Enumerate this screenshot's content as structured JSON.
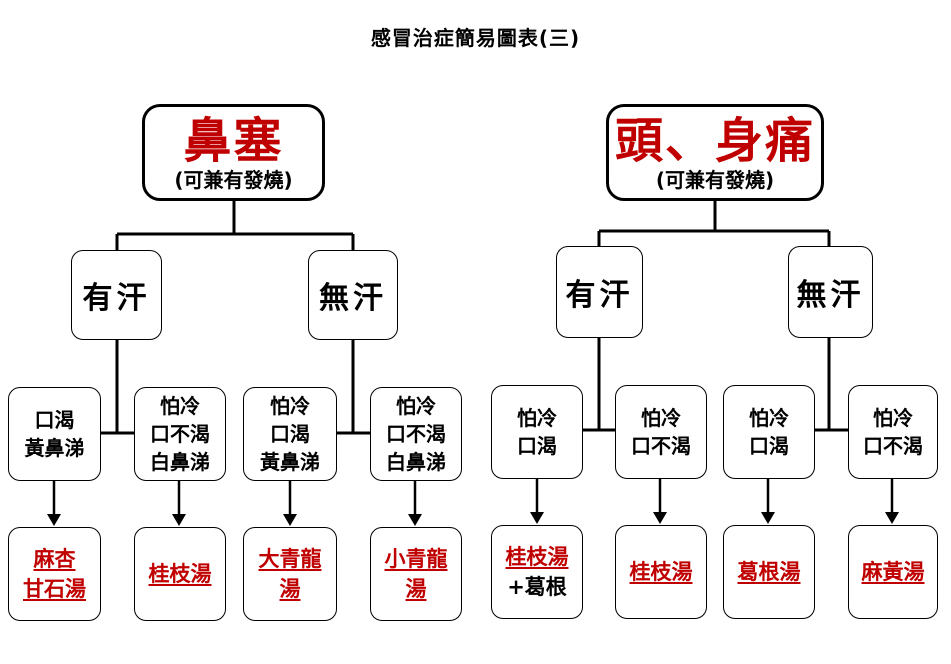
{
  "title": "感冒治症簡易圖表(三)",
  "colors": {
    "remedy": "#c00000",
    "line": "#000000"
  },
  "left": {
    "root": {
      "main": "鼻塞",
      "note": "(可兼有發燒)"
    },
    "sweat_yes": "有汗",
    "sweat_no": "無汗",
    "symptoms": [
      [
        "口渴",
        "黃鼻涕"
      ],
      [
        "怕冷",
        "口不渴",
        "白鼻涕"
      ],
      [
        "怕冷",
        "口渴",
        "黃鼻涕"
      ],
      [
        "怕冷",
        "口不渴",
        "白鼻涕"
      ]
    ],
    "remedies": [
      [
        "麻杏",
        "甘石湯"
      ],
      [
        "桂枝湯"
      ],
      [
        "大青龍",
        "湯"
      ],
      [
        "小青龍",
        "湯"
      ]
    ]
  },
  "right": {
    "root": {
      "main": "頭、身痛",
      "note": "(可兼有發燒)"
    },
    "sweat_yes": "有汗",
    "sweat_no": "無汗",
    "symptoms": [
      [
        "怕冷",
        "口渴"
      ],
      [
        "怕冷",
        "口不渴"
      ],
      [
        "怕冷",
        "口渴"
      ],
      [
        "怕冷",
        "口不渴"
      ]
    ],
    "remedies": [
      [
        "桂枝湯",
        "+葛根"
      ],
      [
        "桂枝湯"
      ],
      [
        "葛根湯"
      ],
      [
        "麻黃湯"
      ]
    ]
  }
}
